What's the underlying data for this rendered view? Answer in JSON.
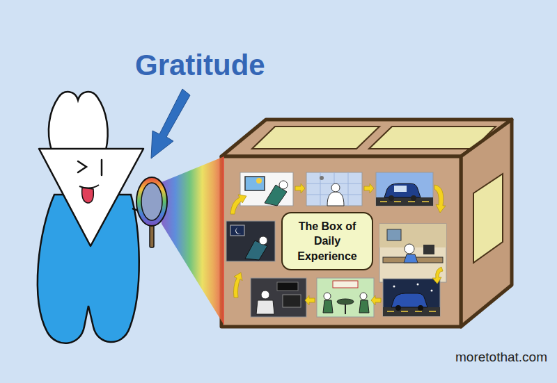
{
  "diagram": {
    "nodes": [
      {
        "text": [
          "The Box of Daily Experience"
        ]
      }
    ],
    "labels": [
      "Gratitude",
      "moretothat.com"
    ]
  }
}
